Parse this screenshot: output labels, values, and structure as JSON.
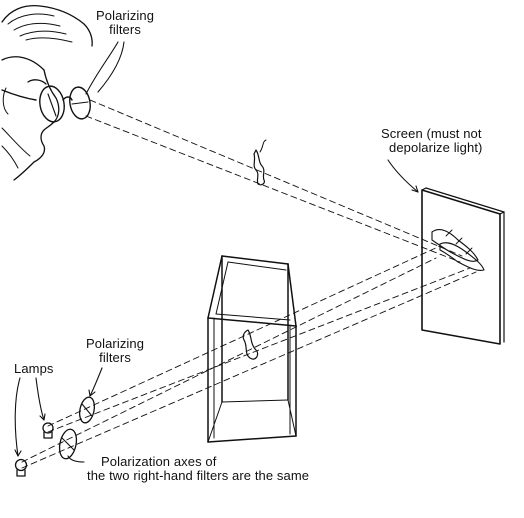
{
  "labels": {
    "top_filters_line1": "Polarizing",
    "top_filters_line2": "filters",
    "screen_line1": "Screen (must not",
    "screen_line2": "depolarize light)",
    "lamp_filters_line1": "Polarizing",
    "lamp_filters_line2": "filters",
    "lamps": "Lamps",
    "axes_line1": "Polarization axes of",
    "axes_line2": "the two right-hand filters are the same"
  },
  "colors": {
    "ink": "#111111",
    "background": "#ffffff"
  }
}
